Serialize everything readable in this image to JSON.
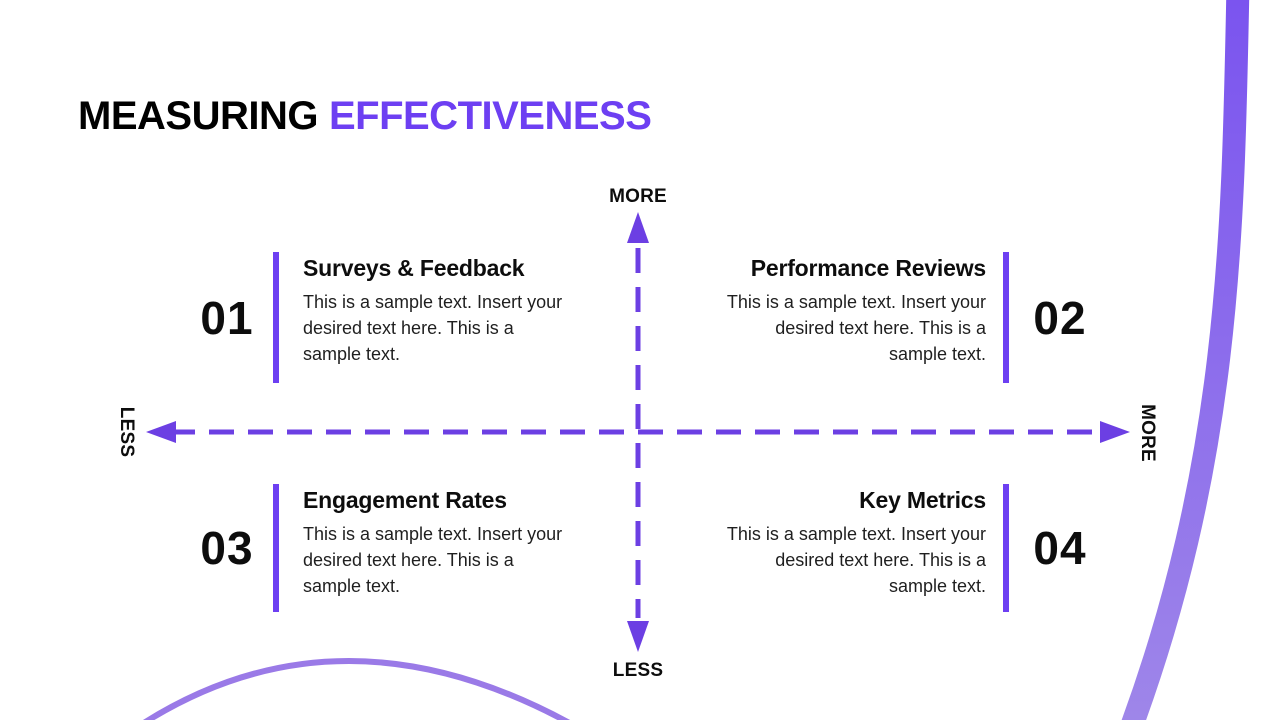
{
  "title": {
    "part1": "MEASURING",
    "part2": "EFFECTIVENESS"
  },
  "colors": {
    "accent": "#6D3FF2",
    "axis": "#6C3FE3",
    "curve_gradient_top": "#7A53EF",
    "curve_gradient_bottom": "#9F87E9",
    "arc": "#9A7AE7",
    "heading_text": "#0D0D0D",
    "body_text": "#1F1F1F"
  },
  "axes": {
    "top_label": "MORE",
    "bottom_label": "LESS",
    "left_label": "LESS",
    "right_label": "MORE"
  },
  "quadrants": [
    {
      "number": "01",
      "title": "Surveys & Feedback",
      "body": "This is a sample text. Insert your desired text here. This is a sample text."
    },
    {
      "number": "02",
      "title": "Performance Reviews",
      "body": "This is a sample text. Insert your desired text here. This is a sample text."
    },
    {
      "number": "03",
      "title": "Engagement Rates",
      "body": "This is a sample text. Insert your desired text here. This is a sample text."
    },
    {
      "number": "04",
      "title": "Key Metrics",
      "body": "This is a sample text. Insert your desired text here. This is a sample text."
    }
  ]
}
